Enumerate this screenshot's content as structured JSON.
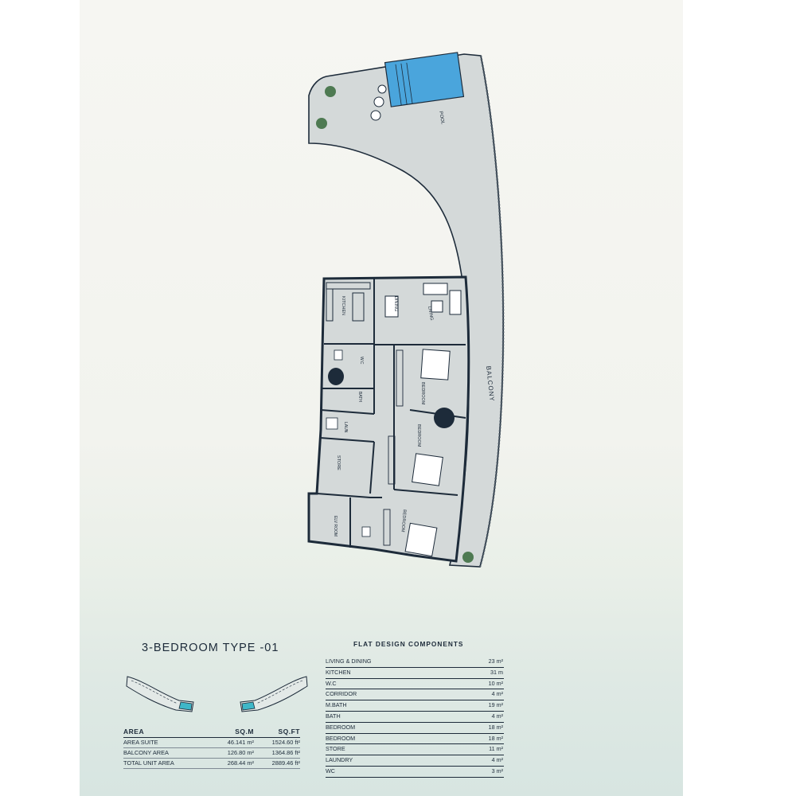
{
  "unit_title": "3-BEDROOM TYPE -01",
  "components_title": "FLAT DESIGN COMPONENTS",
  "area_table": {
    "headers": [
      "AREA",
      "SQ.M",
      "SQ.FT"
    ],
    "rows": [
      {
        "label": "AREA SUITE",
        "sqm": "46.141 m²",
        "sqft": "1524.60 ft²"
      },
      {
        "label": "BALCONY AREA",
        "sqm": "126.80  m²",
        "sqft": "1364.86 ft²"
      },
      {
        "label": "TOTAL UNIT AREA",
        "sqm": "268.44  m²",
        "sqft": "2889.46 ft²"
      }
    ]
  },
  "components": [
    {
      "name": "LIVING & DINING",
      "area": "23 m²"
    },
    {
      "name": "KITCHEN",
      "area": "31 m"
    },
    {
      "name": "W.C",
      "area": "10 m²"
    },
    {
      "name": "CORRIDOR",
      "area": "4 m²"
    },
    {
      "name": "M.BATH",
      "area": "19 m²"
    },
    {
      "name": "BATH",
      "area": "4 m²"
    },
    {
      "name": "BEDROOM",
      "area": "18 m²"
    },
    {
      "name": "BEDROOM",
      "area": "18 m²"
    },
    {
      "name": "STORE",
      "area": "11 m²"
    },
    {
      "name": "LAUNDRY",
      "area": "4 m²"
    },
    {
      "name": "WC",
      "area": "3 m²"
    }
  ],
  "plan_labels": {
    "pool": "POOL",
    "balcony": "BALCONY",
    "kitchen": "KITCHEN",
    "dining": "DINING",
    "living": "LIVING",
    "wc": "W.C",
    "bath": "BATH",
    "laundry": "LAUN",
    "store": "STORE",
    "bedroom1": "BEDROOM",
    "bedroom2": "BEDROOM",
    "bedroom3": "BEDROOM",
    "elv_room": "ELV ROOM"
  },
  "colors": {
    "floor": "#d4d9d9",
    "wall": "#1d2b3a",
    "pool": "#4aa5dc",
    "highlight": "#3fb7c8",
    "text": "#1d2b3a"
  }
}
